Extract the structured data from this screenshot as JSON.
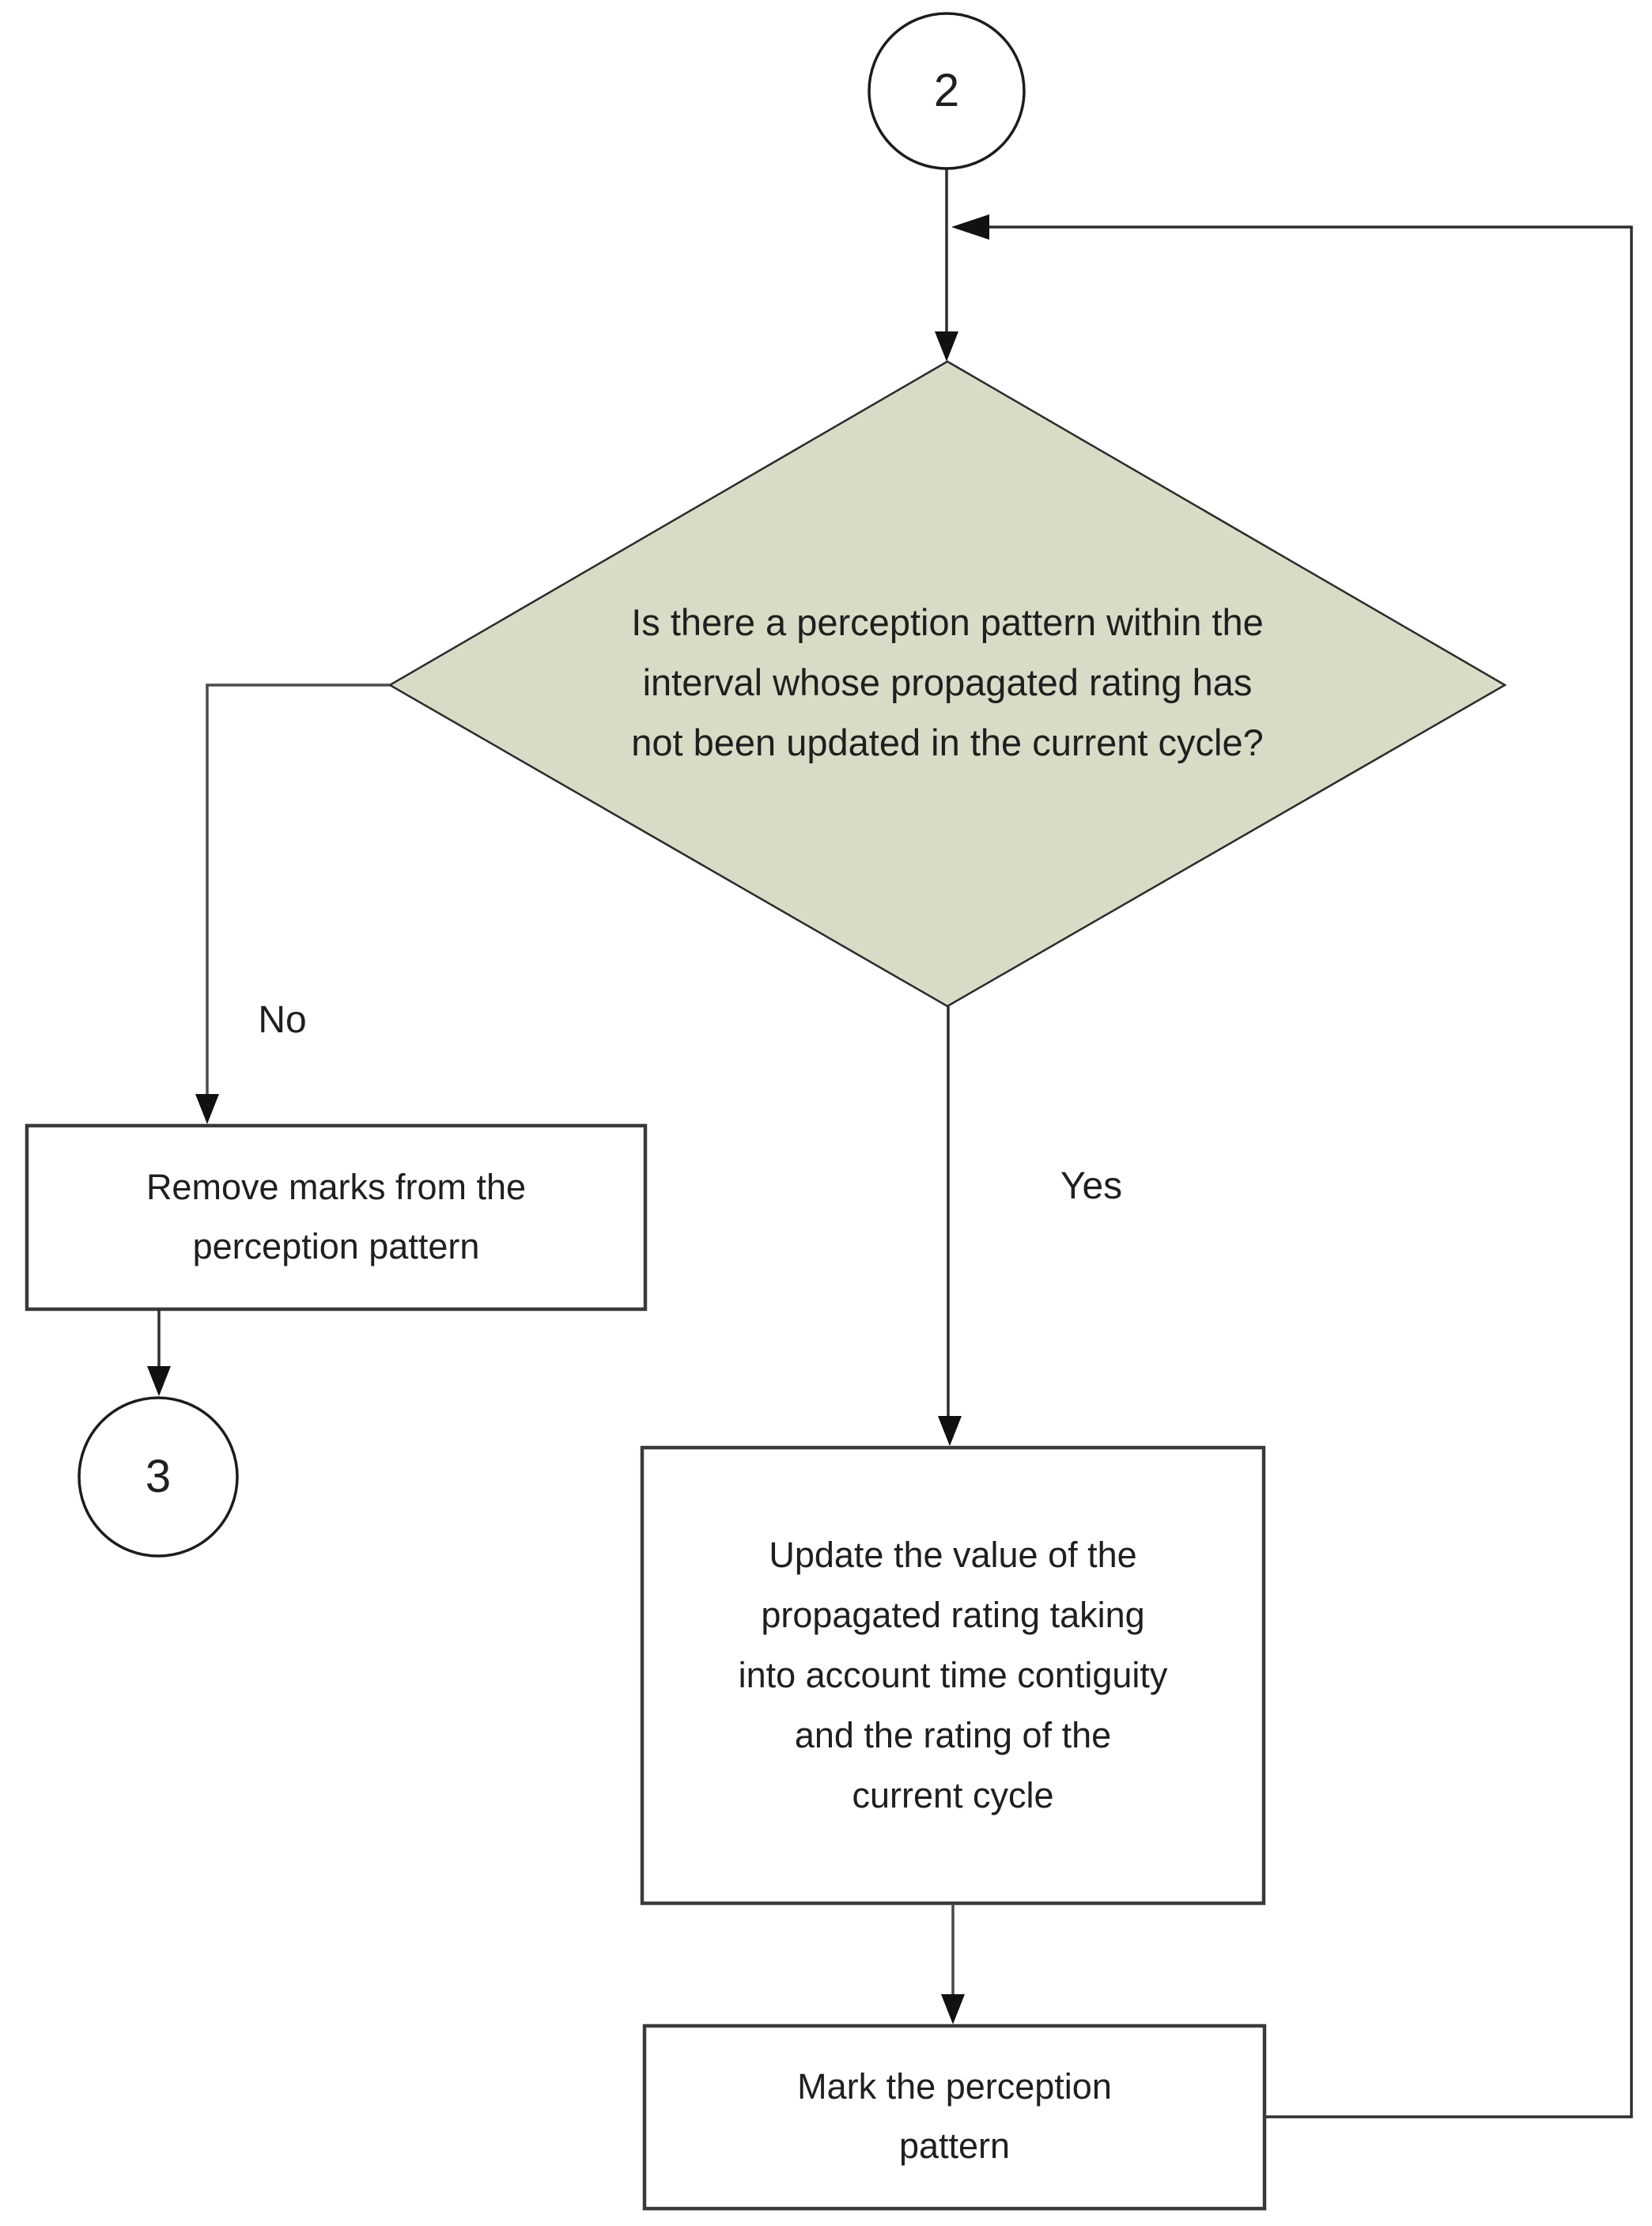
{
  "diagram": {
    "type": "flowchart",
    "connectors": {
      "top": {
        "label": "2"
      },
      "bottom_left": {
        "label": "3"
      }
    },
    "decision": {
      "lines": [
        "Is there a perception pattern within the",
        "interval whose propagated rating has",
        "not been updated in the current cycle?"
      ]
    },
    "branch_labels": {
      "no": "No",
      "yes": "Yes"
    },
    "process_remove": {
      "lines": [
        "Remove marks from the",
        "perception pattern"
      ]
    },
    "process_update": {
      "lines": [
        "Update the value of the",
        "propagated rating taking",
        "into account time contiguity",
        "and the rating of the",
        "current cycle"
      ]
    },
    "process_mark": {
      "lines": [
        "Mark the perception",
        "pattern"
      ]
    },
    "colors": {
      "background": "#ffffff",
      "decision_fill": "#d8dcc6",
      "decision_stroke": "#2b2b2b",
      "box_fill": "#ffffff",
      "box_border": "#3a3a3a",
      "line": "#2e2e2e",
      "arrowhead": "#111111",
      "text": "#1f1f1f"
    }
  }
}
